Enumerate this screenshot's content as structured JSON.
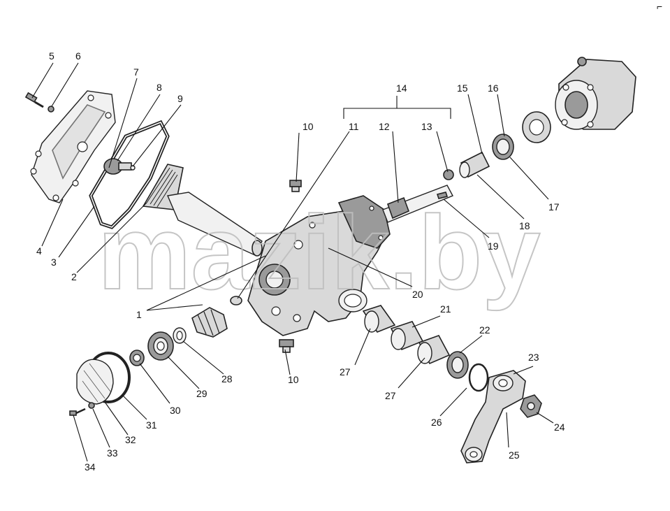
{
  "watermark": "mazik.by",
  "corner_mark": "⌐",
  "labels": [
    "1",
    "2",
    "3",
    "4",
    "5",
    "6",
    "7",
    "8",
    "9",
    "10",
    "10",
    "11",
    "12",
    "13",
    "14",
    "15",
    "16",
    "17",
    "18",
    "19",
    "20",
    "21",
    "22",
    "23",
    "24",
    "25",
    "26",
    "27",
    "27",
    "28",
    "29",
    "30",
    "31",
    "32",
    "33",
    "34"
  ]
}
